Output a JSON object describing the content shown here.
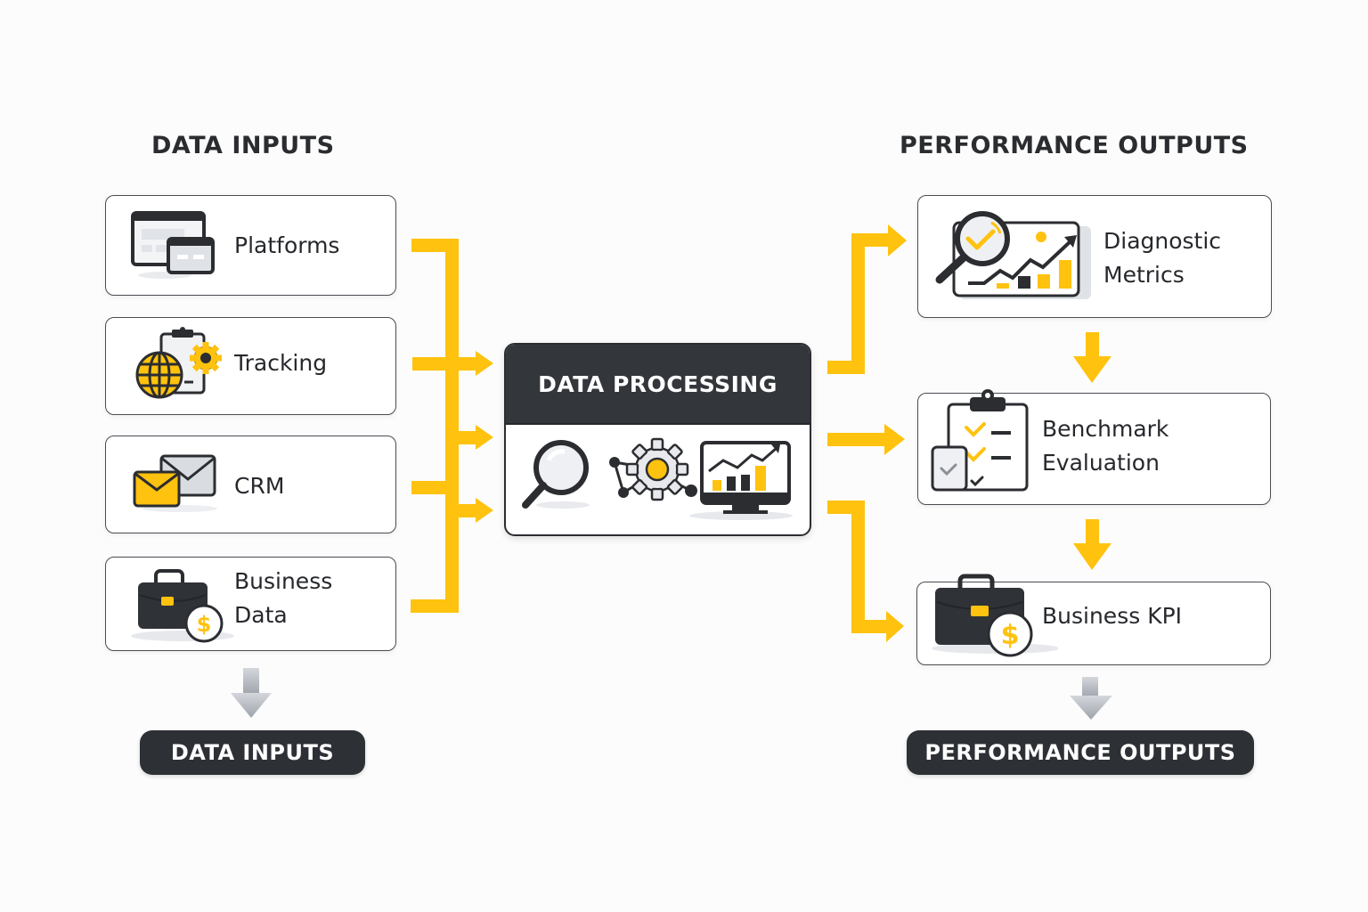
{
  "colors": {
    "accent": "#FFC20E",
    "dark": "#2D3035",
    "border": "#4A4D53",
    "background": "#FCFCFC",
    "gray_arrow": "#A9AEB6"
  },
  "left": {
    "heading": "DATA INPUTS",
    "items": [
      {
        "label": "Platforms",
        "icon": "browser-windows-icon"
      },
      {
        "label": "Tracking",
        "icon": "globe-clipboard-gear-icon"
      },
      {
        "label": "CRM",
        "icon": "envelopes-icon"
      },
      {
        "label_line1": "Business",
        "label_line2": "Data",
        "icon": "briefcase-dollar-icon"
      }
    ],
    "footer_pill": "DATA INPUTS"
  },
  "center": {
    "title": "DATA PROCESSING",
    "icons": [
      "magnifier-icon",
      "gear-network-icon",
      "monitor-chart-icon"
    ]
  },
  "right": {
    "heading": "PERFORMANCE OUTPUTS",
    "items": [
      {
        "label_line1": "Diagnostic",
        "label_line2": "Metrics",
        "icon": "magnifier-chart-icon"
      },
      {
        "label_line1": "Benchmark",
        "label_line2": "Evaluation",
        "icon": "clipboard-checklist-icon"
      },
      {
        "label": "Business KPI",
        "icon": "briefcase-dollar-icon"
      }
    ],
    "footer_pill": "PERFORMANCE OUTPUTS"
  }
}
